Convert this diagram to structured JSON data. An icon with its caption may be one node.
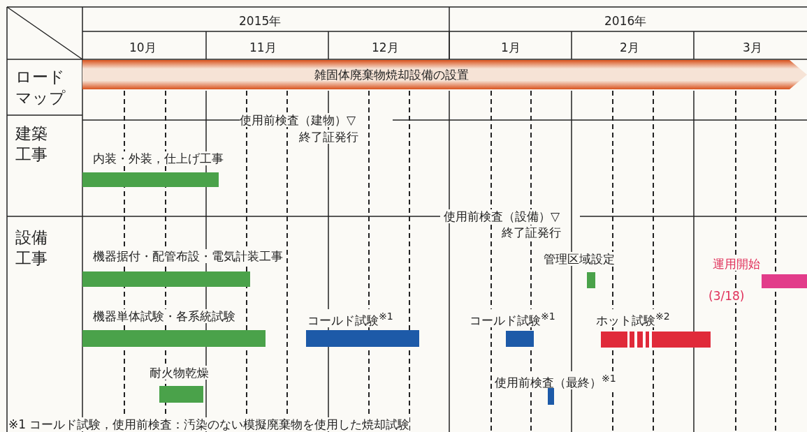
{
  "diagram": {
    "nodes": [
      {
        "text": [
          "雑固体廃棄物焼却設備の設置"
        ]
      },
      {
        "text": [],
        "shape": "bar"
      },
      {
        "text": [],
        "shape": "bar"
      },
      {
        "text": [],
        "shape": "bar"
      },
      {
        "text": [],
        "shape": "bar"
      },
      {
        "text": [],
        "shape": "bar"
      },
      {
        "text": [],
        "shape": "bar"
      },
      {
        "text": [],
        "shape": "bar"
      },
      {
        "text": [],
        "shape": "bar"
      },
      {
        "text": [],
        "shape": "bar"
      },
      {
        "text": [],
        "shape": "bar"
      }
    ],
    "edges": [],
    "labels": [
      "2015年",
      "2016年",
      "10月",
      "11月",
      "12月",
      "1月",
      "2月",
      "3月",
      "ロードマップ",
      "使用前検査（建物）▽",
      "終了証発行",
      "建築工事",
      "内装・外装，仕上げ工事",
      "使用前検査（設備）▽",
      "終了証発行",
      "設備工事",
      "機器据付・配管布設・電気計装工事",
      "管理区域設定",
      "運用開始",
      "(3/18)",
      "機器単体試験・各系統試験",
      "コールド試験$^{※1}$",
      "コールド試験$^{※1}$",
      "ホット試験$^{※2}$",
      "耐火物乾燥",
      "使用前検査（最終）$^{※1}$",
      "※1 コールド試験，使用前検査：汚染のない模擬廃棄物を使用した焼却試験"
    ]
  }
}
